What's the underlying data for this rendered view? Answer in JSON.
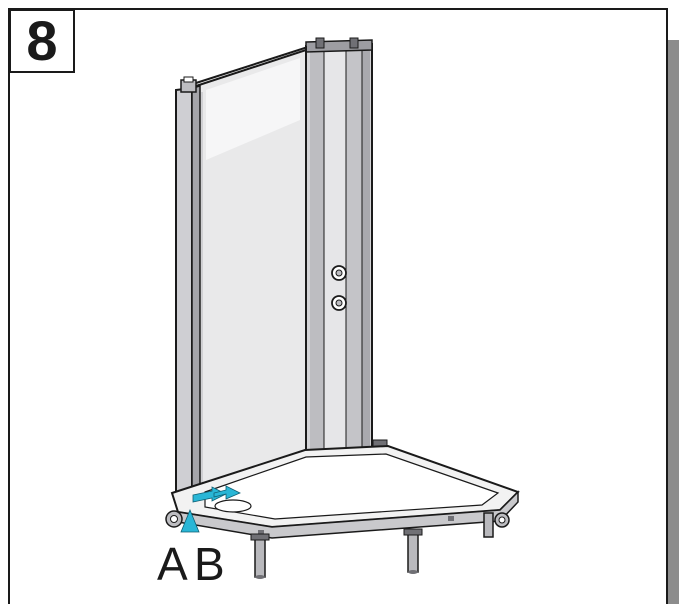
{
  "step": {
    "number": "8"
  },
  "labels": {
    "a": "A",
    "b": "B"
  },
  "colors": {
    "line": "#1a1a1a",
    "shadow": "#8c8c8c",
    "accent": "#29b6d6",
    "glass": "#e9e9ea",
    "panel": "#c9c9cc",
    "tray": "#f2f2f2"
  },
  "parts": {
    "arrow_icon": "blue-arrow-icon",
    "pointer_icon": "blue-triangle-icon"
  }
}
